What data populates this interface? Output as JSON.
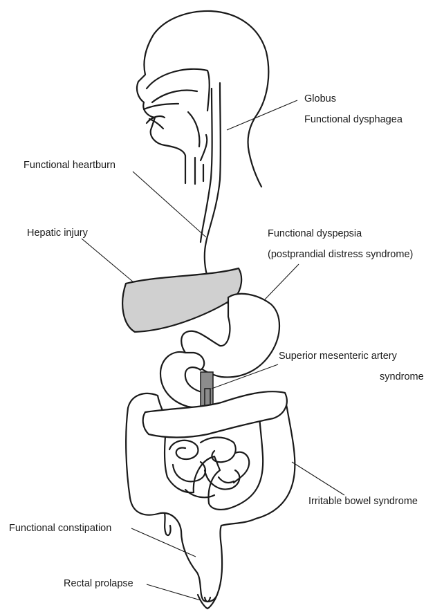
{
  "labels": {
    "globus": "Globus",
    "functional_dysphagea": "Functional dysphagea",
    "functional_heartburn": "Functional heartburn",
    "hepatic_injury": "Hepatic injury",
    "functional_dyspepsia": "Functional dyspepsia",
    "postprandial": "(postprandial distress syndrome)",
    "sma_line1": "Superior mesenteric artery",
    "sma_line2": "syndrome",
    "ibs": "Irritable bowel syndrome",
    "functional_constipation": "Functional constipation",
    "rectal_prolapse": "Rectal prolapse"
  },
  "colors": {
    "outline": "#1a1a1a",
    "liver_fill": "#d0d0d0",
    "artery_fill": "#8c8c8c",
    "background": "#ffffff"
  }
}
